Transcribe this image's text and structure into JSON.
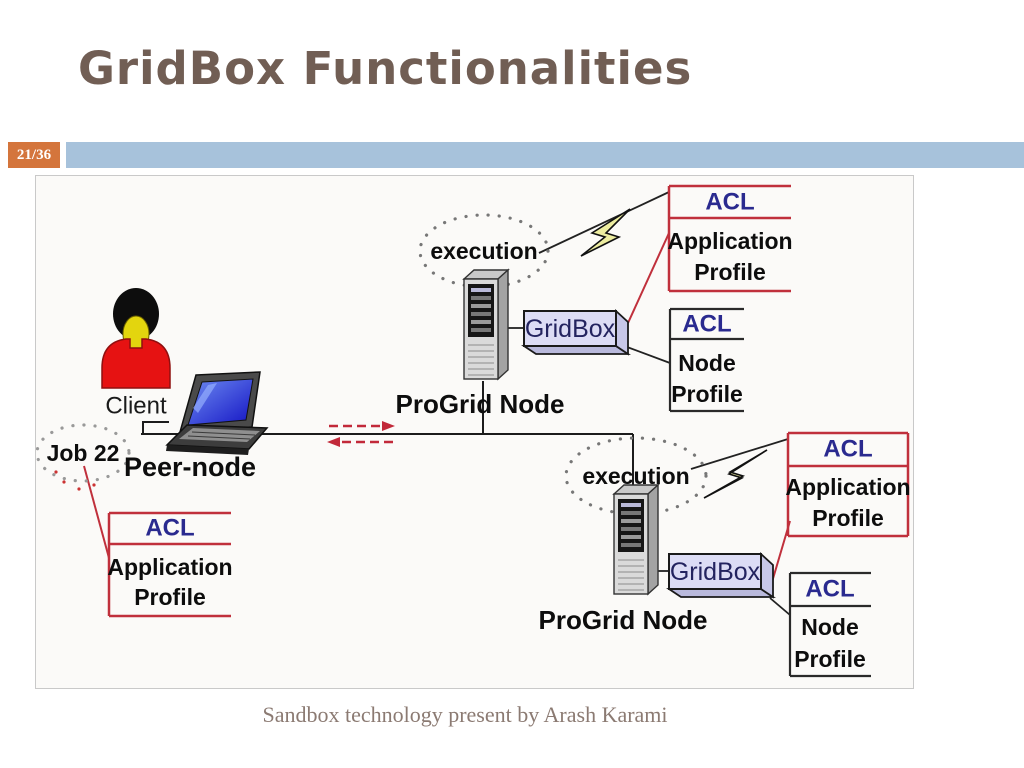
{
  "slide": {
    "title": "GridBox Functionalities",
    "page_badge": "21/36",
    "footer": "Sandbox technology present by Arash Karami"
  },
  "diagram": {
    "labels": {
      "client": "Client",
      "job": "Job 22",
      "peer_node": "Peer-node",
      "execution": "execution",
      "progrid_node": "ProGrid Node",
      "gridbox": "GridBox"
    },
    "acl_boxes": [
      {
        "title": "ACL",
        "line1": "Application",
        "line2": "Profile"
      },
      {
        "title": "ACL",
        "line1": "Application",
        "line2": "Profile"
      },
      {
        "title": "ACL",
        "line1": "Node",
        "line2": "Profile"
      },
      {
        "title": "ACL",
        "line1": "Application",
        "line2": "Profile"
      },
      {
        "title": "ACL",
        "line1": "Node",
        "line2": "Profile"
      }
    ]
  },
  "colors": {
    "accent_orange": "#d4753c",
    "bar_blue": "#a7c2db",
    "title_brown": "#715e54",
    "footer_gray": "#8b7a72",
    "acl_navy": "#2a2a8f",
    "box_red": "#c0303c",
    "bolt_yellow": "#ededa0",
    "line_black": "#1c1c1c"
  }
}
